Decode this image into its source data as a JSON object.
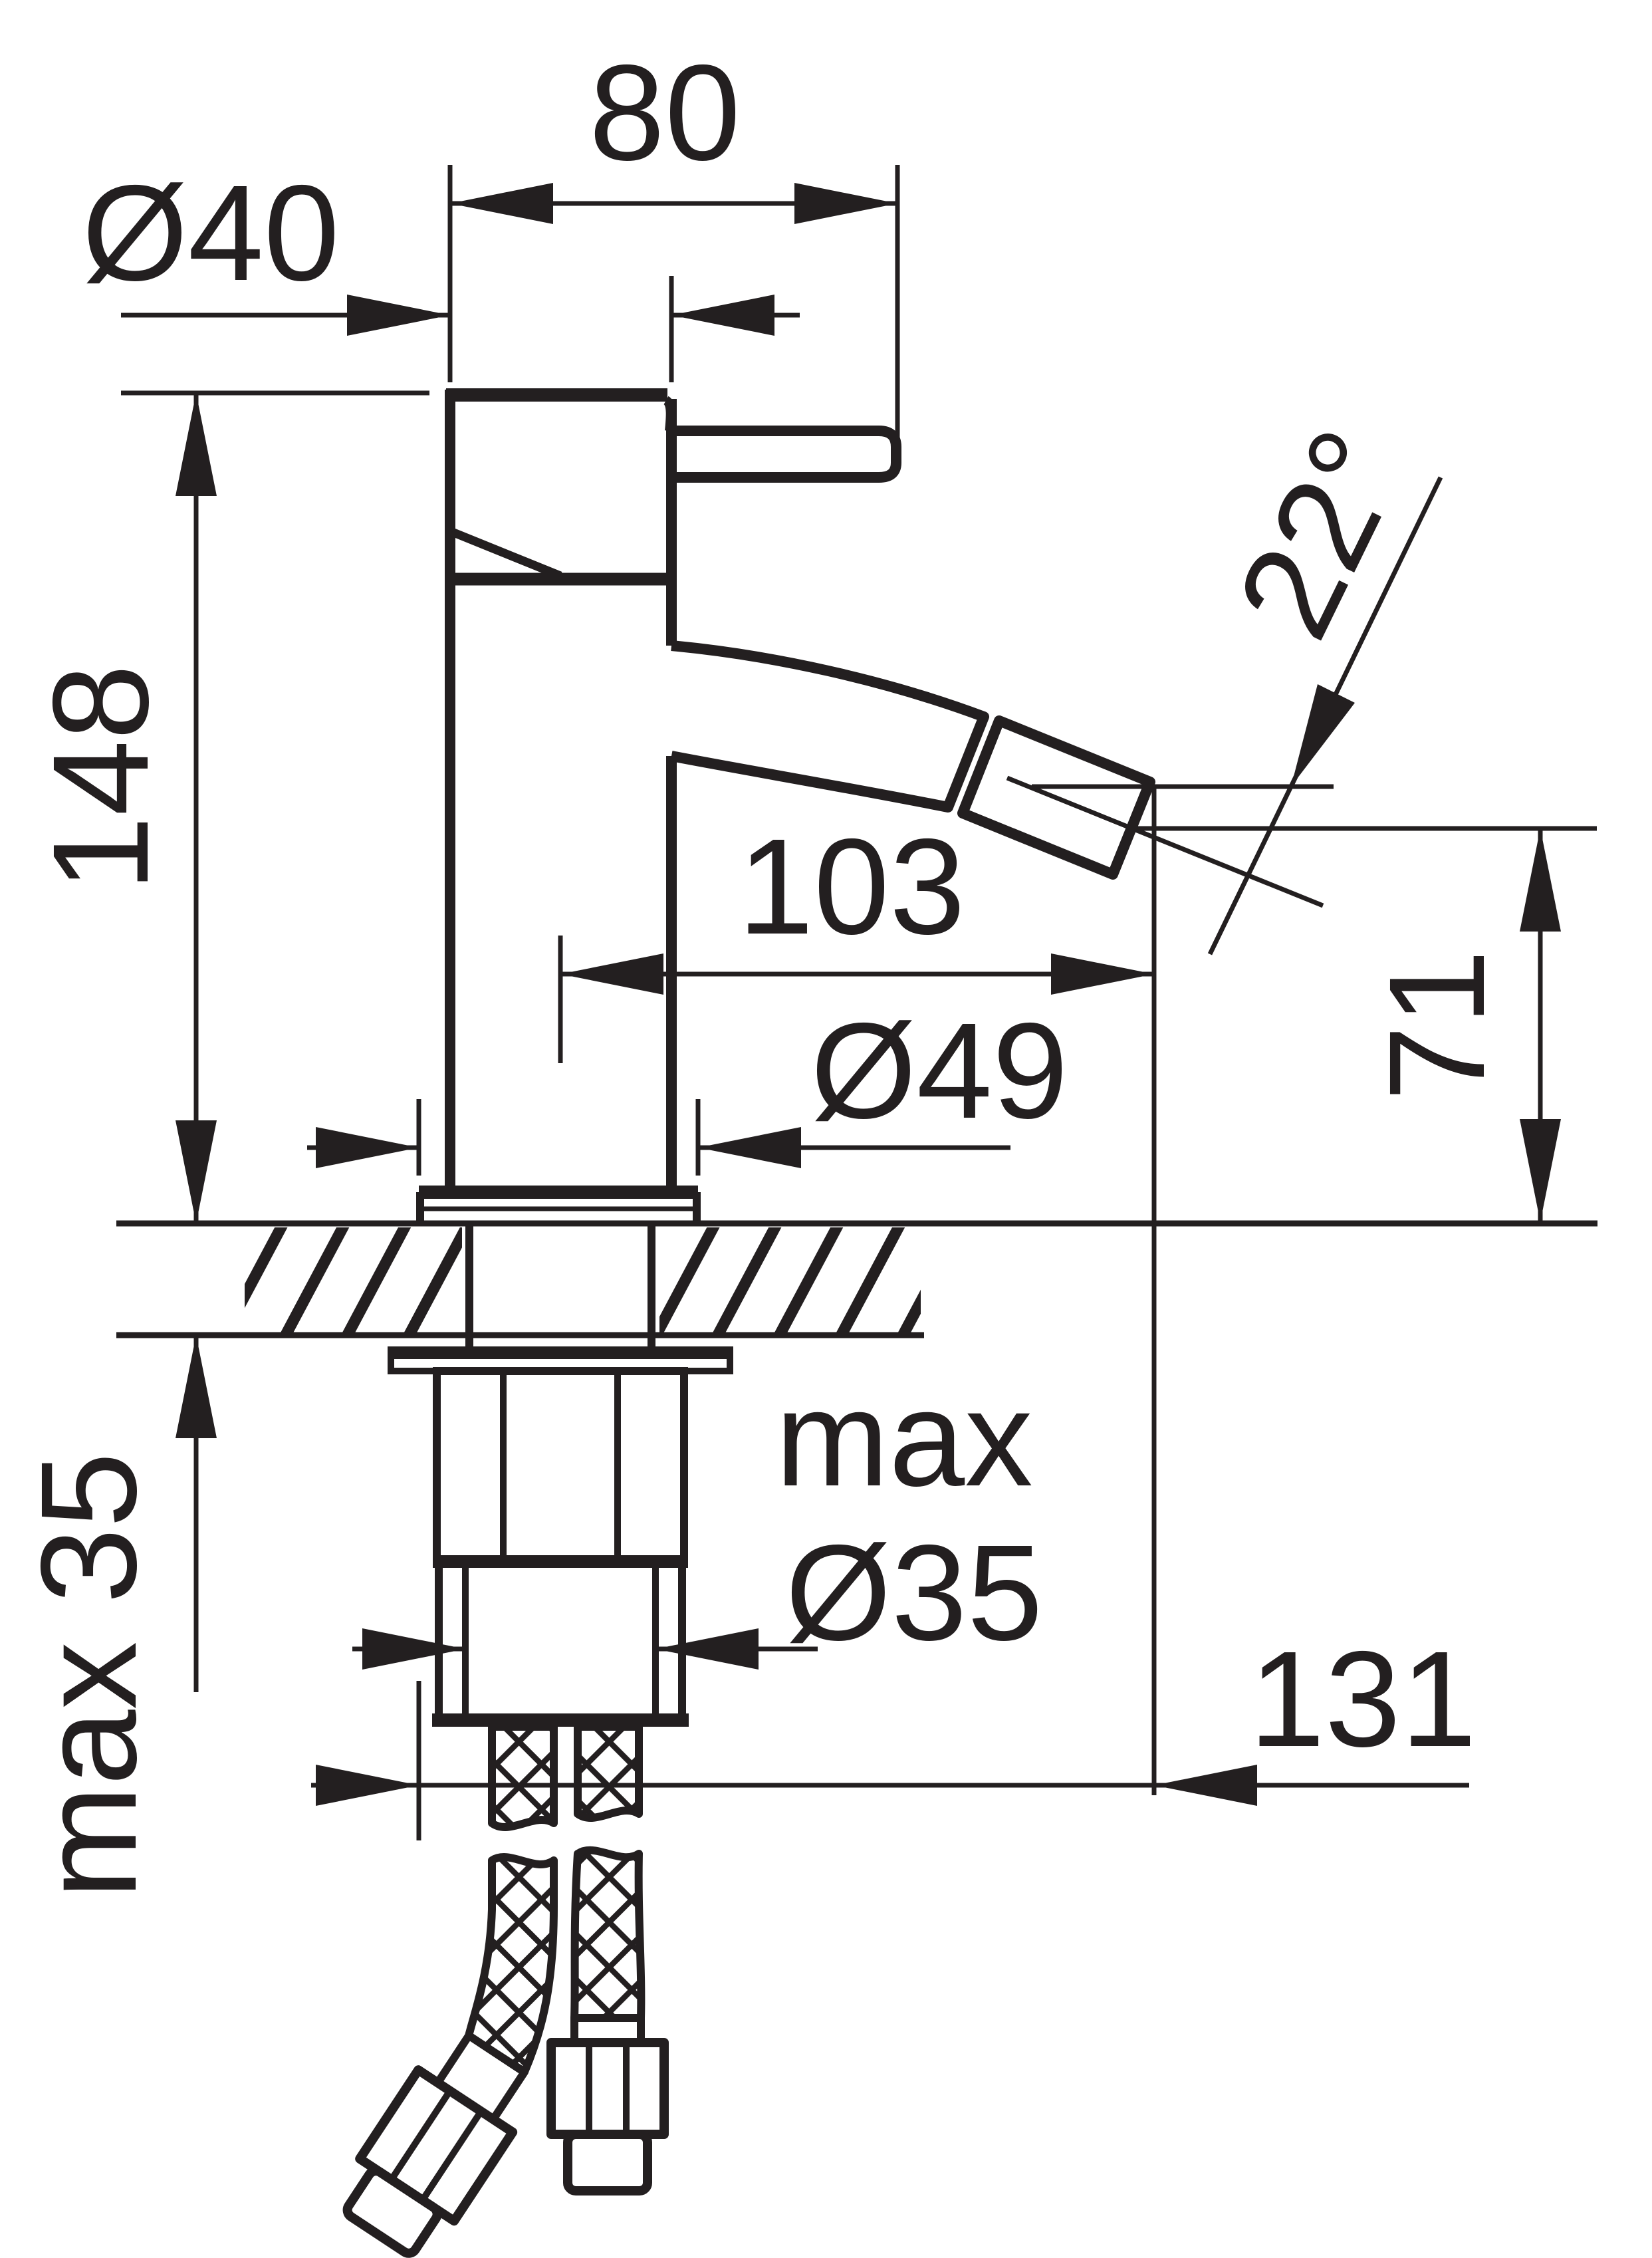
{
  "drawing": {
    "type": "technical-dimension-drawing",
    "subject": "single-lever bidet mixer, side view with deck mounting cross-section and flexible supply hoses",
    "units": "mm",
    "line_color": "#231f20",
    "background_color": "#ffffff",
    "dimensions": {
      "handle_reach": {
        "label": "80",
        "orientation": "horizontal"
      },
      "body_diameter": {
        "label": "Ø40",
        "orientation": "horizontal"
      },
      "total_height_above_deck": {
        "label": "148",
        "orientation": "vertical"
      },
      "spout_angle": {
        "label": "22°",
        "orientation": "angular"
      },
      "spout_reach": {
        "label": "103",
        "orientation": "horizontal"
      },
      "base_diameter": {
        "label": "Ø49",
        "orientation": "horizontal"
      },
      "outlet_height_above_deck": {
        "label": "71",
        "orientation": "vertical"
      },
      "max_deck_thickness": {
        "label": "max 35",
        "orientation": "vertical"
      },
      "mounting_hole_line1": {
        "label": "max"
      },
      "mounting_hole_line2": {
        "label": "Ø35"
      },
      "hose_offset": {
        "label": "131",
        "orientation": "horizontal"
      }
    }
  }
}
